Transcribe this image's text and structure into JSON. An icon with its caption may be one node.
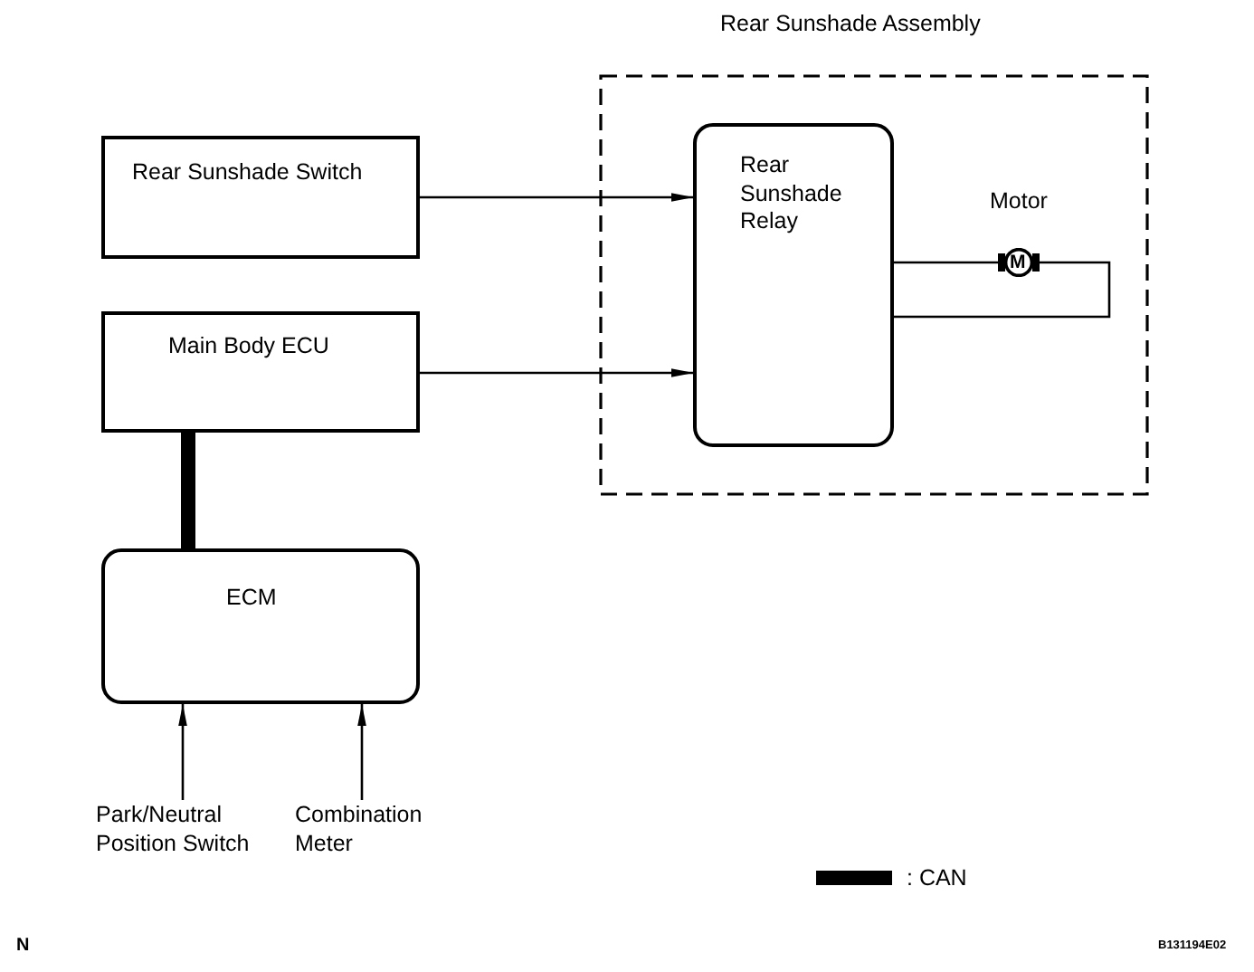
{
  "diagram": {
    "nodes": [
      {
        "text": [
          "Rear Sunshade Assembly"
        ]
      },
      {
        "text": [
          "Rear Sunshade Relay"
        ],
        "in": 0
      },
      {
        "text": [
          "M"
        ],
        "in": 0,
        "beside": [
          "Motor"
        ]
      },
      {
        "text": [
          "Rear Sunshade Switch"
        ]
      },
      {
        "text": [
          "Main Body ECU"
        ]
      },
      {
        "text": [
          "ECM"
        ]
      },
      {
        "text": [
          "Park/Neutral Position Switch"
        ]
      },
      {
        "text": [
          "Combination Meter"
        ]
      }
    ],
    "edges": [
      {
        "from": 3,
        "to": 1,
        "arrow": "to"
      },
      {
        "from": 4,
        "to": 1,
        "arrow": "to"
      },
      {
        "from": 4,
        "to": 5,
        "arrow": "none",
        "style": "thick"
      },
      {
        "from": 1,
        "to": 2,
        "arrow": "none"
      },
      {
        "from": 2,
        "to": 1,
        "arrow": "none"
      },
      {
        "from": 6,
        "to": 5,
        "arrow": "to"
      },
      {
        "from": 7,
        "to": 5,
        "arrow": "to"
      }
    ],
    "labels": [
      "N",
      "B131194E02"
    ],
    "legend": [
      {
        "text": ": CAN",
        "color": "#000000"
      }
    ]
  }
}
